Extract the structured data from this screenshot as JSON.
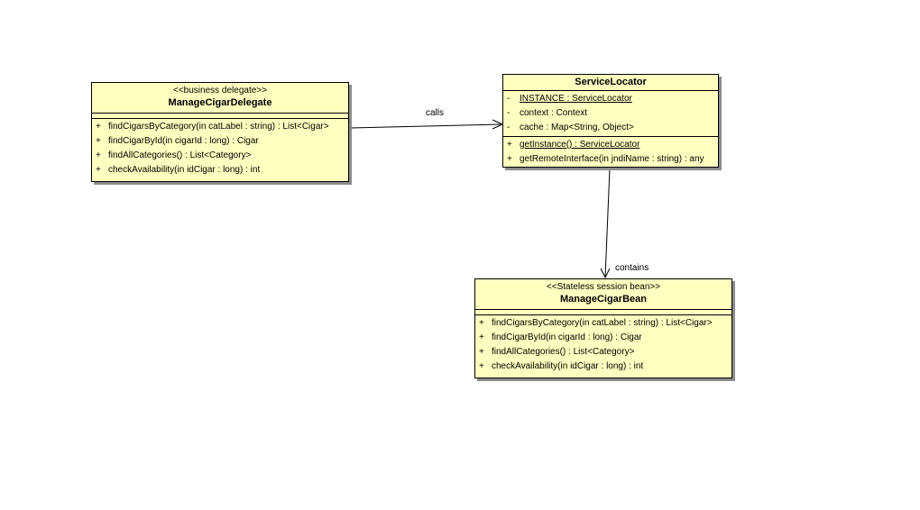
{
  "delegate": {
    "stereotype": "<<business delegate>>",
    "name": "ManageCigarDelegate",
    "operations": [
      {
        "vis": "+",
        "text": "findCigarsByCategory(in catLabel : string) : List<Cigar>"
      },
      {
        "vis": "+",
        "text": "findCigarById(in cigarId : long) : Cigar"
      },
      {
        "vis": "+",
        "text": "findAllCategories() : List<Category>"
      },
      {
        "vis": "+",
        "text": "checkAvailability(in idCigar : long) : int"
      }
    ]
  },
  "locator": {
    "name": "ServiceLocator",
    "attributes": [
      {
        "vis": "-",
        "text": "INSTANCE : ServiceLocator"
      },
      {
        "vis": "-",
        "text": "context : Context"
      },
      {
        "vis": "-",
        "text": "cache : Map<String, Object>"
      }
    ],
    "operations": [
      {
        "vis": "+",
        "text": "getInstance() : ServiceLocator"
      },
      {
        "vis": "+",
        "text": "getRemoteInterface(in jndiName : string) : any"
      }
    ]
  },
  "bean": {
    "stereotype": "<<Stateless session bean>>",
    "name": "ManageCigarBean",
    "operations": [
      {
        "vis": "+",
        "text": "findCigarsByCategory(in catLabel : string) : List<Cigar>"
      },
      {
        "vis": "+",
        "text": "findCigarById(in cigarId : long) : Cigar"
      },
      {
        "vis": "+",
        "text": "findAllCategories() : List<Category>"
      },
      {
        "vis": "+",
        "text": "checkAvailability(in idCigar : long) : int"
      }
    ]
  },
  "relations": {
    "calls": "calls",
    "contains": "contains"
  }
}
